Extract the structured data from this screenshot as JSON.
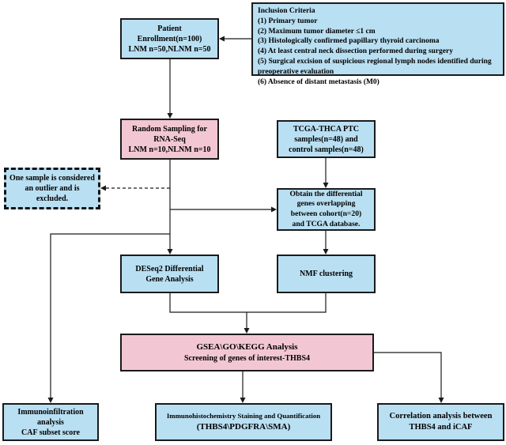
{
  "colors": {
    "box_blue": "#b9dff2",
    "box_pink": "#f2c7d3",
    "border": "#1a1a1a",
    "text": "#000000",
    "background": "#ffffff"
  },
  "boxes": {
    "patient_enrollment": {
      "lines": [
        "Patient",
        "Enrollment(n=100)",
        "LNM n=50,NLNM n=50"
      ]
    },
    "inclusion_criteria": {
      "title": "Inclusion Criteria",
      "items": [
        "(1) Primary tumor",
        "(2) Maximum tumor diameter ≤1 cm",
        "(3) Histologically confirmed papillary thyroid carcinoma",
        "(4) At least central neck dissection performed during surgery",
        "(5) Surgical excision of suspicious regional lymph nodes identified during preoperative evaluation",
        "(6) Absence of distant metastasis (M0)"
      ]
    },
    "random_sampling": {
      "lines": [
        "Random Sampling for",
        "RNA-Seq",
        "LNM n=10,NLNM n=10"
      ]
    },
    "tcga_samples": {
      "lines": [
        "TCGA-THCA PTC",
        "samples(n=48) and",
        "control samples(n=48)"
      ]
    },
    "outlier_note": {
      "lines": [
        "One sample is considered",
        "an outlier and is",
        "excluded."
      ]
    },
    "obtain_genes": {
      "lines": [
        "Obtain the differential",
        "genes overlapping",
        "between cohort(n=20)",
        "and  TCGA database."
      ]
    },
    "deseq2": {
      "lines": [
        "DESeq2 Differential",
        "Gene Analysis"
      ]
    },
    "nmf": {
      "lines": [
        "NMF clustering"
      ]
    },
    "gsea": {
      "lines": [
        "GSEA\\GO\\KEGG Analysis",
        "Screening of genes of interest-THBS4"
      ]
    },
    "immunoinfiltration": {
      "lines": [
        "Immunoinfiltration",
        "analysis",
        "CAF subset score"
      ]
    },
    "ihc": {
      "lines": [
        "Immunohistochemistry Staining and Quantification",
        "(THBS4\\PDGFRA\\SMA)"
      ]
    },
    "correlation": {
      "lines": [
        "Correlation analysis between",
        "THBS4 and iCAF"
      ]
    }
  }
}
